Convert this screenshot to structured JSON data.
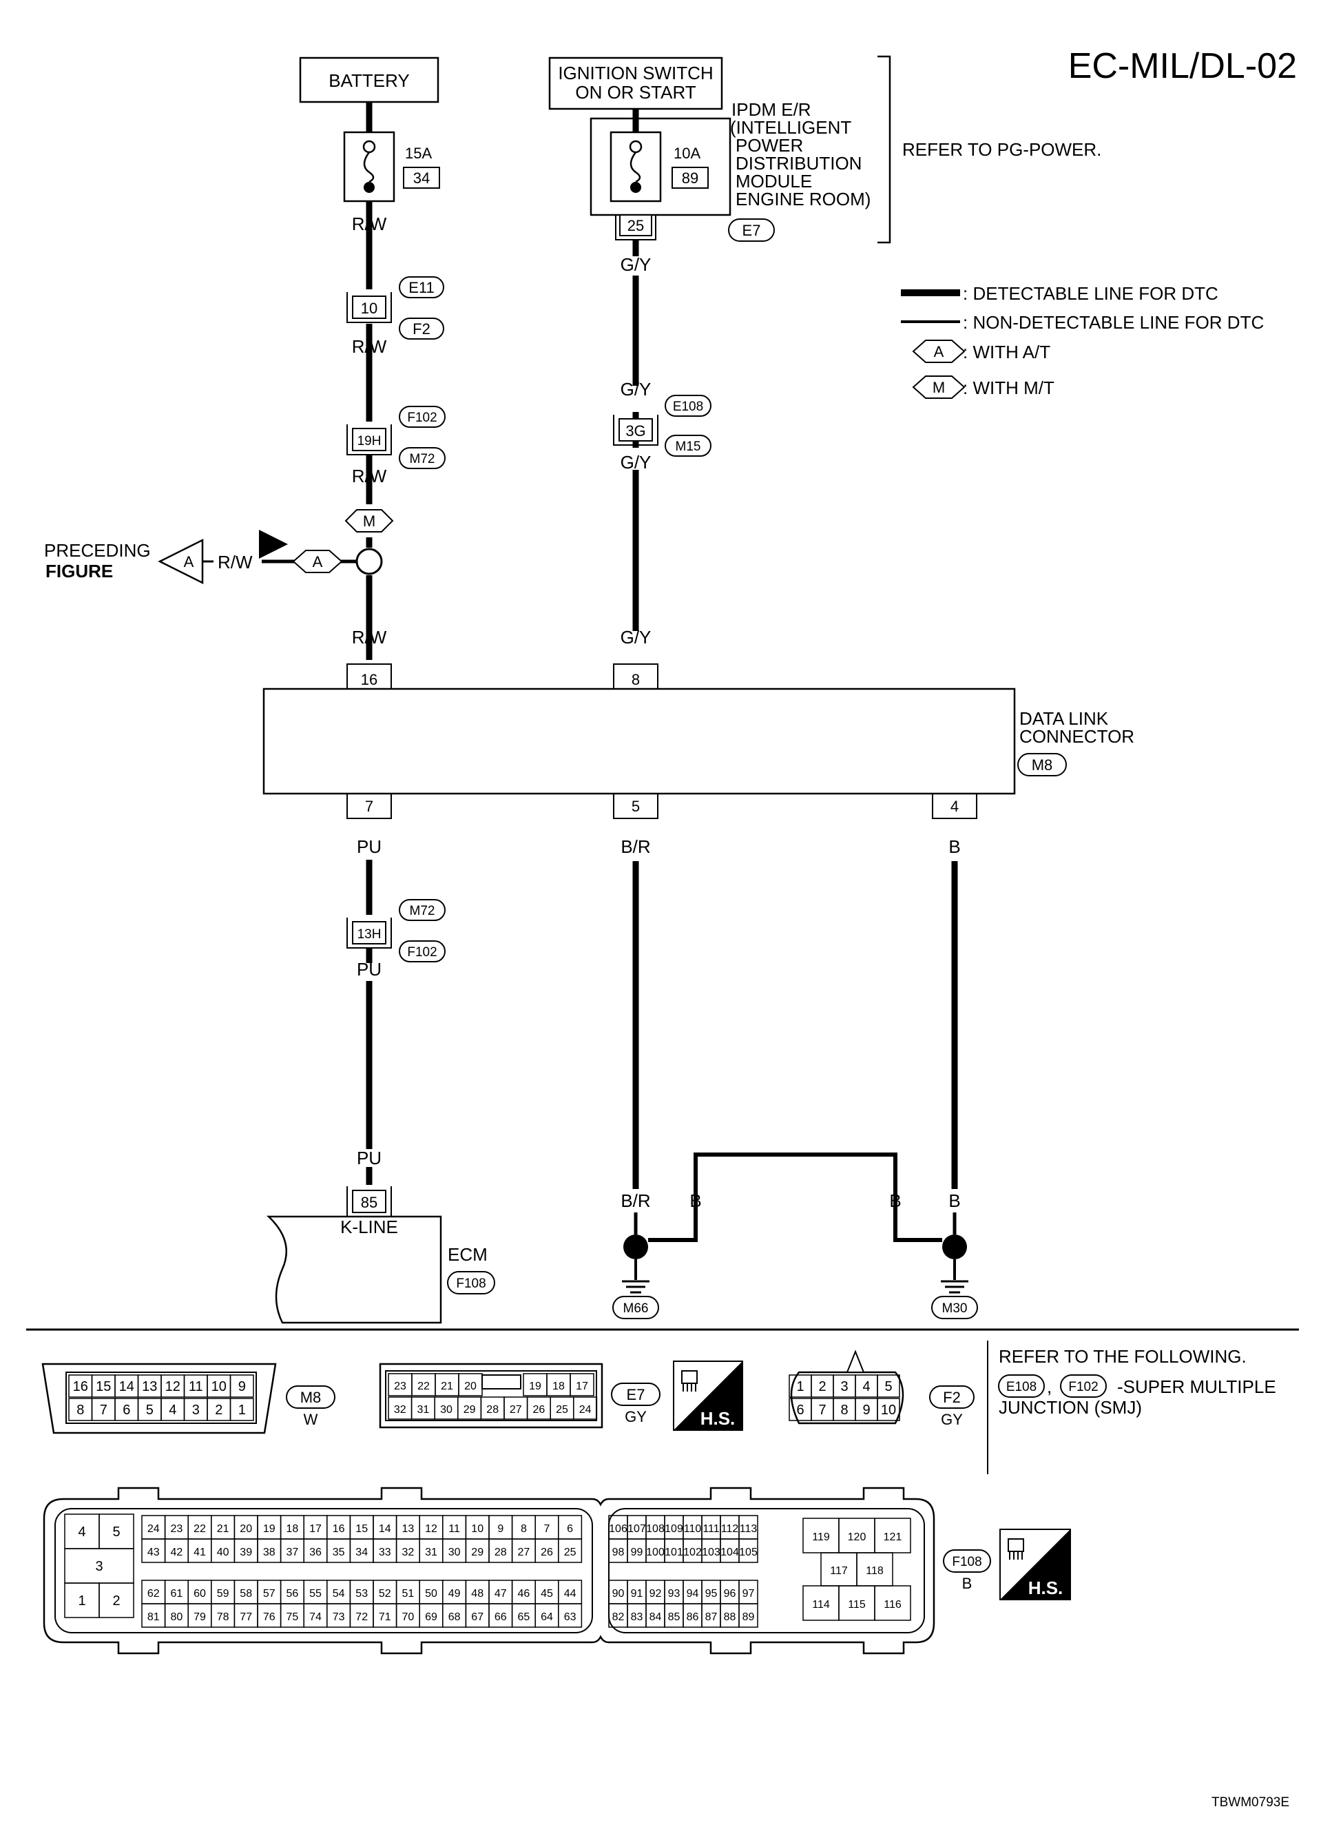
{
  "page_title": "EC-MIL/DL-02",
  "figure_id": "TBWM0793E",
  "power": {
    "battery": "BATTERY",
    "ignition_line1": "IGNITION SWITCH",
    "ignition_line2": "ON OR START",
    "fuse_left_amp": "15A",
    "fuse_left_num": "34",
    "fuse_right_amp": "10A",
    "fuse_right_num": "89",
    "ipdm_lines": [
      "IPDM E/R",
      "(INTELLIGENT",
      "POWER",
      "DISTRIBUTION",
      "MODULE",
      "ENGINE ROOM)"
    ],
    "ipdm_pin": "25",
    "ipdm_conn": "E7",
    "refer": "REFER TO PG-POWER."
  },
  "legend": {
    "detectable": ": DETECTABLE LINE FOR DTC",
    "non_detectable": ": NON-DETECTABLE LINE FOR DTC",
    "at_tag": "A",
    "at_text": ": WITH A/T",
    "mt_tag": "M",
    "mt_text": ": WITH M/T"
  },
  "left_wire": {
    "rw": "R/W",
    "pin_10": "10",
    "conn_e11": "E11",
    "conn_f2": "F2",
    "pin_19h": "19H",
    "conn_f102": "F102",
    "conn_m72": "M72",
    "m_tag": "M",
    "a_tag": "A",
    "preceding1": "PRECEDING",
    "preceding2": "FIGURE",
    "pin_16": "16"
  },
  "mid_wire": {
    "gy": "G/Y",
    "pin_3g": "3G",
    "conn_e108": "E108",
    "conn_m15": "M15",
    "pin_8": "8"
  },
  "dlc": {
    "name1": "DATA LINK",
    "name2": "CONNECTOR",
    "conn": "M8",
    "pin_7": "7",
    "pin_5": "5",
    "pin_4": "4"
  },
  "lower": {
    "pu": "PU",
    "br": "B/R",
    "b": "B",
    "pin_13h": "13H",
    "conn_m72": "M72",
    "conn_f102": "F102",
    "pin_85": "85",
    "kline": "K-LINE",
    "ecm": "ECM",
    "ecm_conn": "F108",
    "gnd_m66": "M66",
    "gnd_m30": "M30"
  },
  "connectors": {
    "m8_top": [
      "16",
      "15",
      "14",
      "13",
      "12",
      "11",
      "10",
      "9"
    ],
    "m8_bottom": [
      "8",
      "7",
      "6",
      "5",
      "4",
      "3",
      "2",
      "1"
    ],
    "m8_id": "M8",
    "m8_color": "W",
    "e7_top_left": [
      "23",
      "22",
      "21",
      "20"
    ],
    "e7_top_right": [
      "19",
      "18",
      "17"
    ],
    "e7_bottom": [
      "32",
      "31",
      "30",
      "29",
      "28",
      "27",
      "26",
      "25",
      "24"
    ],
    "e7_id": "E7",
    "e7_color": "GY",
    "hs_text": "H.S.",
    "f2_top": [
      "1",
      "2",
      "3",
      "4",
      "5"
    ],
    "f2_bottom": [
      "6",
      "7",
      "8",
      "9",
      "10"
    ],
    "f2_id": "F2",
    "f2_color": "GY",
    "refer_line1": "REFER TO THE FOLLOWING.",
    "refer_conn1": "E108",
    "refer_conn2": "F102",
    "refer_line2": "-SUPER MULTIPLE",
    "refer_line3": "JUNCTION (SMJ)",
    "f108_id": "F108",
    "f108_color": "B",
    "f108_small": [
      "4",
      "5",
      "3",
      "1",
      "2"
    ],
    "f108_row1": [
      "24",
      "23",
      "22",
      "21",
      "20",
      "19",
      "18",
      "17",
      "16",
      "15",
      "14",
      "13",
      "12",
      "11",
      "10",
      "9",
      "8",
      "7",
      "6"
    ],
    "f108_row2": [
      "43",
      "42",
      "41",
      "40",
      "39",
      "38",
      "37",
      "36",
      "35",
      "34",
      "33",
      "32",
      "31",
      "30",
      "29",
      "28",
      "27",
      "26",
      "25"
    ],
    "f108_row3": [
      "62",
      "61",
      "60",
      "59",
      "58",
      "57",
      "56",
      "55",
      "54",
      "53",
      "52",
      "51",
      "50",
      "49",
      "48",
      "47",
      "46",
      "45",
      "44"
    ],
    "f108_row4": [
      "81",
      "80",
      "79",
      "78",
      "77",
      "76",
      "75",
      "74",
      "73",
      "72",
      "71",
      "70",
      "69",
      "68",
      "67",
      "66",
      "65",
      "64",
      "63"
    ],
    "f108_r_row1": [
      "106",
      "107",
      "108",
      "109",
      "110",
      "111",
      "112",
      "113"
    ],
    "f108_r_row2": [
      "98",
      "99",
      "100",
      "101",
      "102",
      "103",
      "104",
      "105"
    ],
    "f108_r_row3": [
      "90",
      "91",
      "92",
      "93",
      "94",
      "95",
      "96",
      "97"
    ],
    "f108_r_row4": [
      "82",
      "83",
      "84",
      "85",
      "86",
      "87",
      "88",
      "89"
    ],
    "f108_far_top": [
      "119",
      "120",
      "121"
    ],
    "f108_far_mid": [
      "117",
      "118"
    ],
    "f108_far_bot": [
      "114",
      "115",
      "116"
    ]
  }
}
